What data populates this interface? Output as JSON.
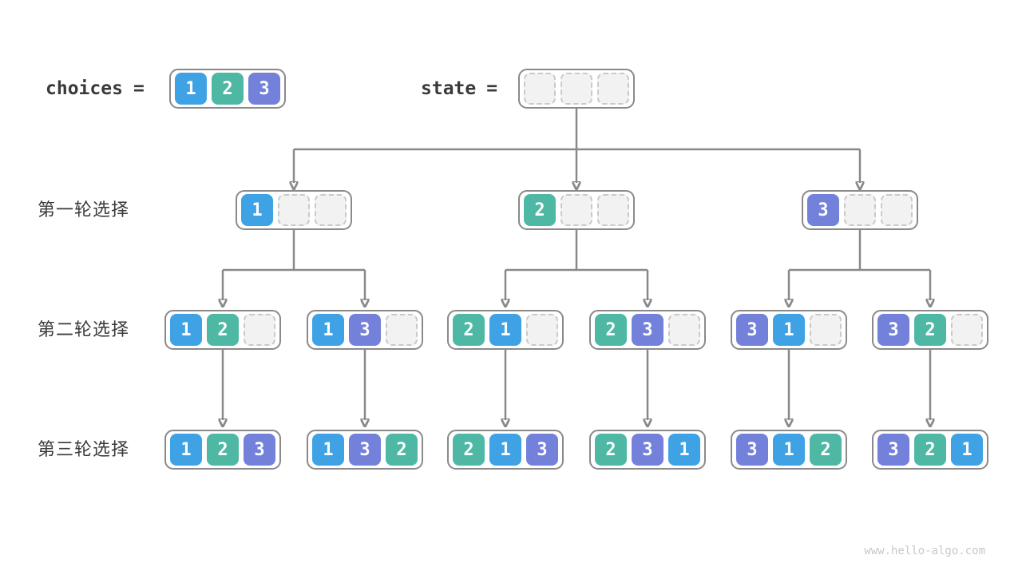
{
  "colors": {
    "cell_1": "#3fa2e4",
    "cell_2": "#4fb8a4",
    "cell_3": "#7381db",
    "line": "#898989",
    "box_border": "#8a8a8a",
    "empty_fill": "#f2f2f2",
    "empty_border": "#c9c9c9",
    "label_text": "#3a3a3a",
    "watermark": "#c8c8c8"
  },
  "header": {
    "choices_label": "choices",
    "choices_equals": "=",
    "choices_cells": [
      "1",
      "2",
      "3"
    ],
    "state_label": "state",
    "state_equals": "=",
    "state_cells": [
      "",
      "",
      ""
    ]
  },
  "rows": [
    {
      "label": "第一轮选择",
      "boxes": [
        [
          "1",
          "",
          ""
        ],
        [
          "2",
          "",
          ""
        ],
        [
          "3",
          "",
          ""
        ]
      ]
    },
    {
      "label": "第二轮选择",
      "boxes": [
        [
          "1",
          "2",
          ""
        ],
        [
          "1",
          "3",
          ""
        ],
        [
          "2",
          "1",
          ""
        ],
        [
          "2",
          "3",
          ""
        ],
        [
          "3",
          "1",
          ""
        ],
        [
          "3",
          "2",
          ""
        ]
      ]
    },
    {
      "label": "第三轮选择",
      "boxes": [
        [
          "1",
          "2",
          "3"
        ],
        [
          "1",
          "3",
          "2"
        ],
        [
          "2",
          "1",
          "3"
        ],
        [
          "2",
          "3",
          "1"
        ],
        [
          "3",
          "1",
          "2"
        ],
        [
          "3",
          "2",
          "1"
        ]
      ]
    }
  ],
  "watermark": "www.hello-algo.com"
}
